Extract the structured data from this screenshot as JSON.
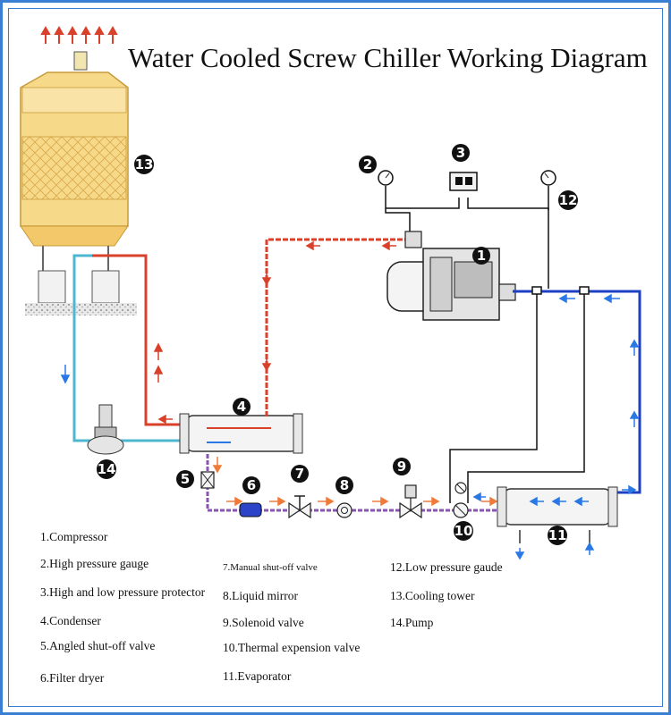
{
  "title": "Water Cooled Screw Chiller Working Diagram",
  "components": [
    {
      "num": "1",
      "name": "Compressor"
    },
    {
      "num": "2",
      "name": "High pressure gauge"
    },
    {
      "num": "3",
      "name": "High and low pressure protector"
    },
    {
      "num": "4",
      "name": "Condenser"
    },
    {
      "num": "5",
      "name": "Angled shut-off valve"
    },
    {
      "num": "6",
      "name": "Filter dryer"
    },
    {
      "num": "7",
      "name": "Manual shut-off valve"
    },
    {
      "num": "8",
      "name": "Liquid mirror"
    },
    {
      "num": "9",
      "name": "Solenoid valve"
    },
    {
      "num": "10",
      "name": "Thermal expension valve"
    },
    {
      "num": "11",
      "name": "Evaporator"
    },
    {
      "num": "12",
      "name": "Low pressure gaude"
    },
    {
      "num": "13",
      "name": "Cooling tower"
    },
    {
      "num": "14",
      "name": "Pump"
    }
  ],
  "legend": {
    "c1": "1.Compressor",
    "c2": "2.High pressure gauge",
    "c3": "3.High and low pressure protector",
    "c4": "4.Condenser",
    "c5": "5.Angled shut-off valve",
    "c6": "6.Filter dryer",
    "c7": "7.Manual shut-off valve",
    "c8": "8.Liquid mirror",
    "c9": "9.Solenoid valve",
    "c10": "10.Thermal expension valve",
    "c11": "11.Evaporator",
    "c12": "12.Low pressure gaude",
    "c13": "13.Cooling tower",
    "c14": "14.Pump"
  },
  "colors": {
    "frame": "#3b7fd4",
    "hot_refrigerant": "#d9412b",
    "cold_water": "#1c3fc4",
    "liquid_line": "#8a54b0",
    "warm_water_arrow": "#f07a3a",
    "cool_water_arrow": "#2a78e6",
    "cooling_tower": "#f7d98a",
    "condenser_water": "#4db7cf"
  }
}
